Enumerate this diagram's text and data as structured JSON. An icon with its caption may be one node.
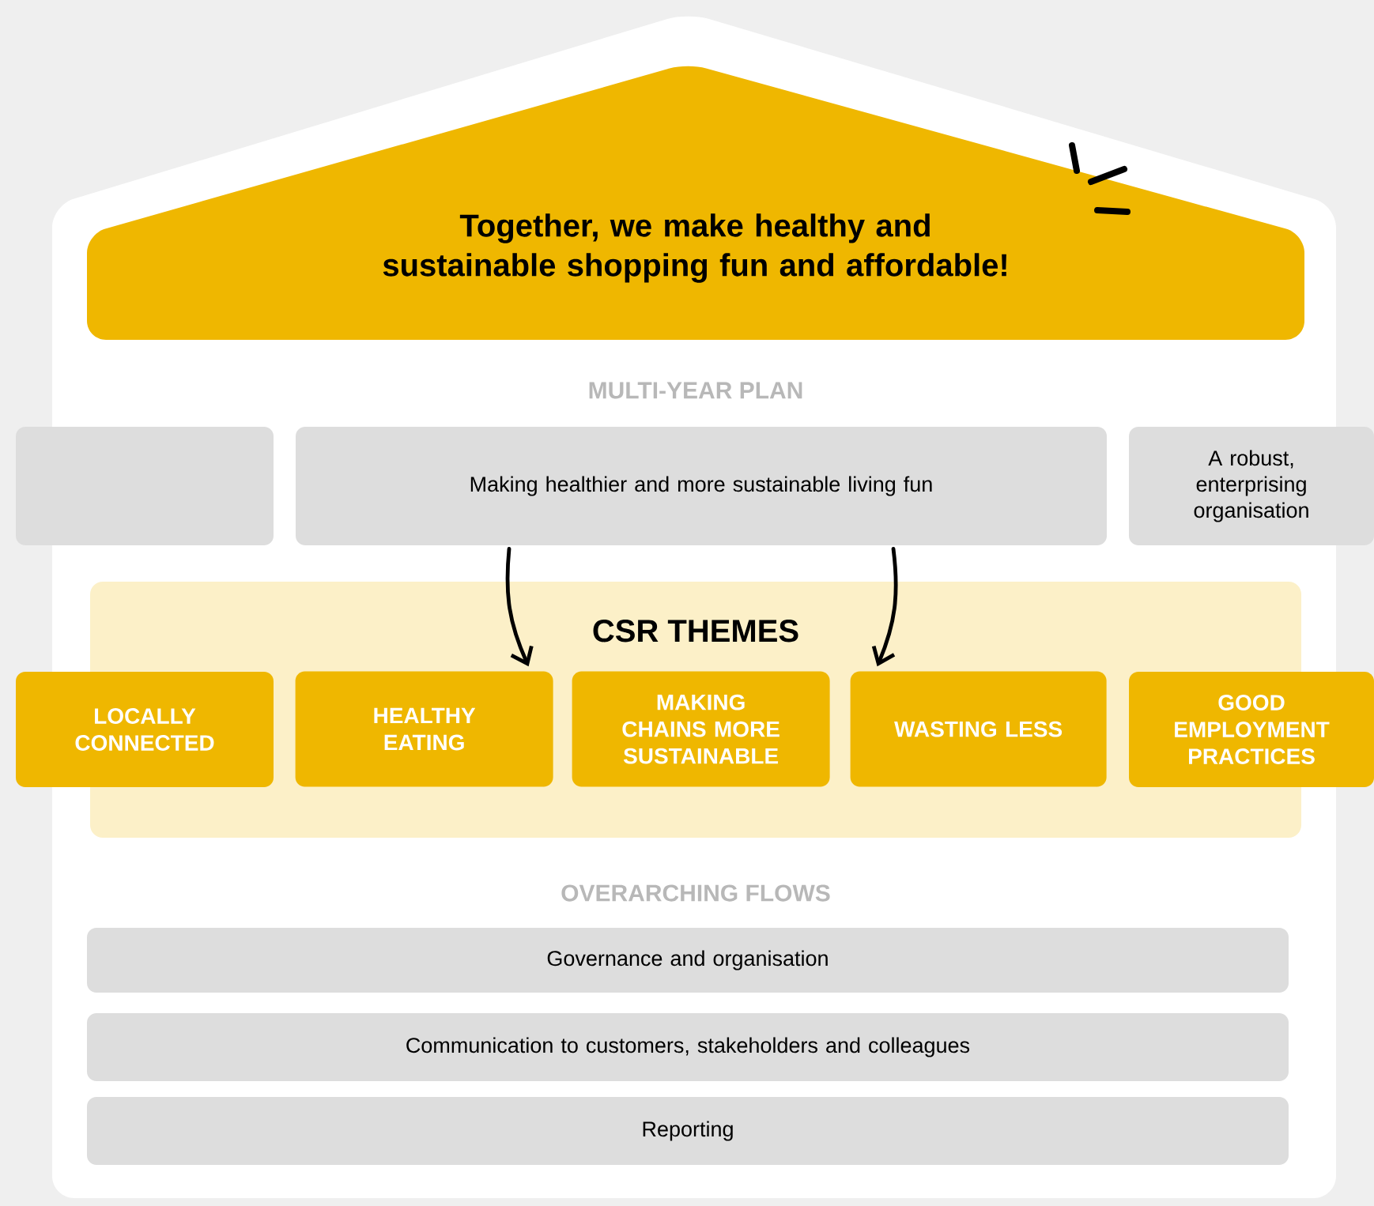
{
  "diagram": {
    "nodes": [
      {
        "text": [
          "Together, we make healthy and sustainable shopping fun and affordable!"
        ]
      },
      {
        "text": [],
        "shape": "box"
      },
      {
        "text": [
          "Making healthier and more sustainable living fun"
        ]
      },
      {
        "text": [
          "A robust, enterprising organisation"
        ]
      },
      {
        "text": [
          "CSR THEMES"
        ]
      },
      {
        "text": [
          "LOCALLY CONNECTED"
        ]
      },
      {
        "text": [
          "HEALTHY EATING"
        ],
        "in": 4
      },
      {
        "text": [
          "MAKING CHAINS MORE SUSTAINABLE"
        ],
        "in": 4
      },
      {
        "text": [
          "WASTING LESS"
        ],
        "in": 4
      },
      {
        "text": [
          "GOOD EMPLOYMENT PRACTICES"
        ]
      },
      {
        "text": [
          "Governance and organisation"
        ]
      },
      {
        "text": [
          "Communication to customers, stakeholders and colleagues"
        ]
      },
      {
        "text": [
          "Reporting"
        ]
      }
    ],
    "edges": [
      {
        "from": 2,
        "to": 6,
        "arrow": "to"
      },
      {
        "from": 2,
        "to": 8,
        "arrow": "to"
      }
    ],
    "labels": [
      "MULTI-YEAR PLAN",
      "OVERARCHING FLOWS"
    ]
  }
}
